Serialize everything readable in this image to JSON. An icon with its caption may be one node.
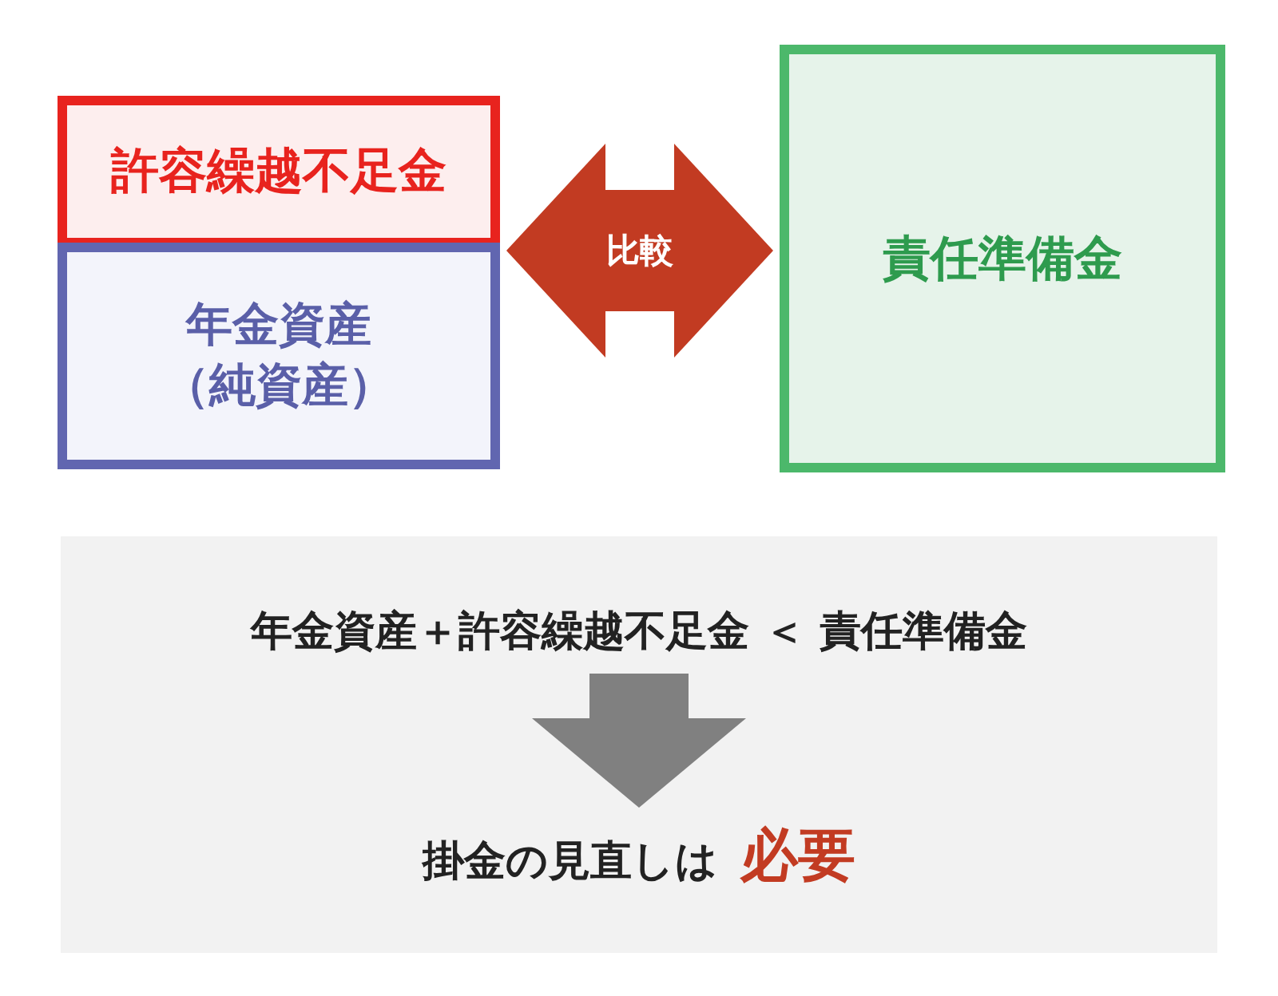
{
  "diagram": {
    "nodes": [
      {
        "text": [
          "許容繰越不足金"
        ]
      },
      {
        "text": [
          "年金資産（純資産）"
        ]
      },
      {
        "text": [
          "責任準備金"
        ]
      },
      {
        "text": [],
        "shape": "box"
      },
      {
        "text": [
          "年金資産＋許容繰越不足金 ＜ 責任準備金"
        ],
        "in": 3
      },
      {
        "text": [
          "掛金の見直しは",
          "必要"
        ],
        "in": 3
      }
    ],
    "edges": [
      {
        "from": 0,
        "to": 2,
        "arrow": "both",
        "label": "比較",
        "color": "#c23b22"
      },
      {
        "from": 4,
        "to": 5,
        "arrow": "to",
        "color": "#808080"
      }
    ]
  }
}
